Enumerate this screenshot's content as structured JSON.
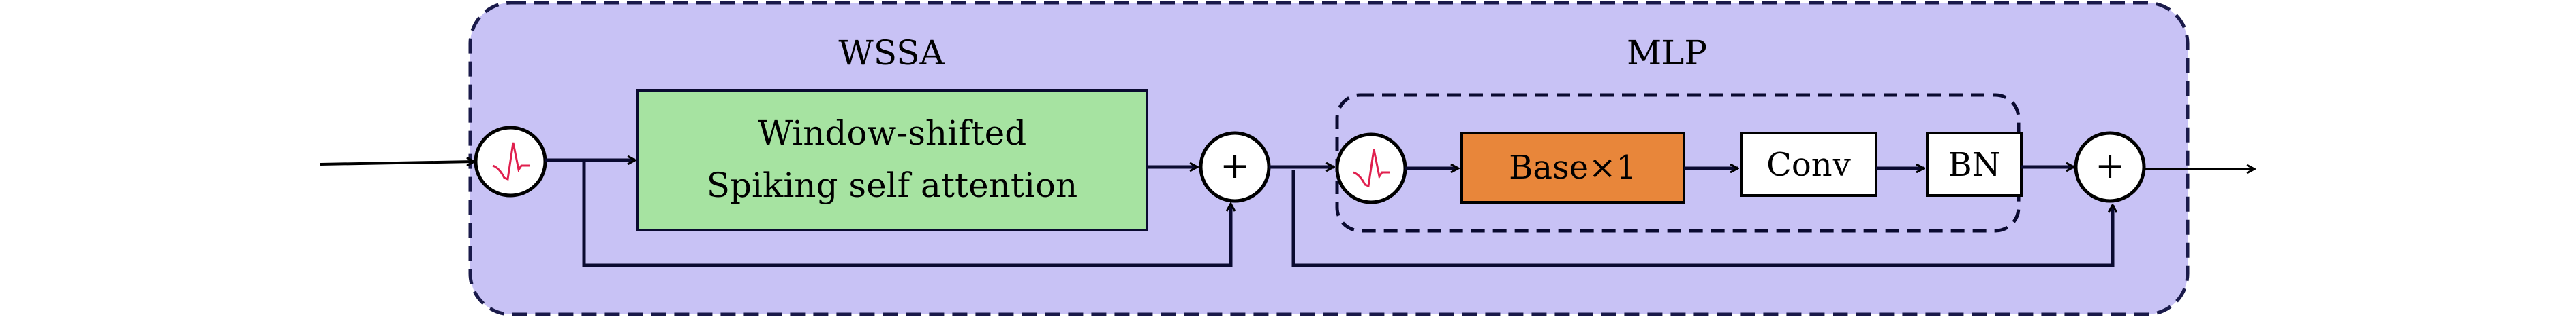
{
  "diagram": {
    "type": "block-diagram",
    "colors": {
      "outer_block_fill": "#c8c2f5",
      "outer_block_stroke": "#1a1a4a",
      "wssa_box_fill": "#a6e3a1",
      "base_box_fill": "#e8863a",
      "plain_box_fill": "#ffffff",
      "spike_wave": "#e0204e",
      "line": "#0a0a30"
    },
    "sections": {
      "wssa_title": "WSSA",
      "mlp_title": "MLP"
    },
    "blocks": {
      "wssa_line1": "Window-shifted",
      "wssa_line2": "Spiking self attention",
      "base": "Base×1",
      "conv": "Conv",
      "bn": "BN"
    },
    "operators": {
      "add_symbol": "+",
      "spike_neuron": "spiking-neuron"
    },
    "flow": [
      "input",
      "spiking-neuron",
      "Window-shifted Spiking self attention",
      "add (residual from after first spiking-neuron)",
      "spiking-neuron",
      "Base×1",
      "Conv",
      "BN",
      "add (residual from after first add)",
      "output"
    ]
  }
}
